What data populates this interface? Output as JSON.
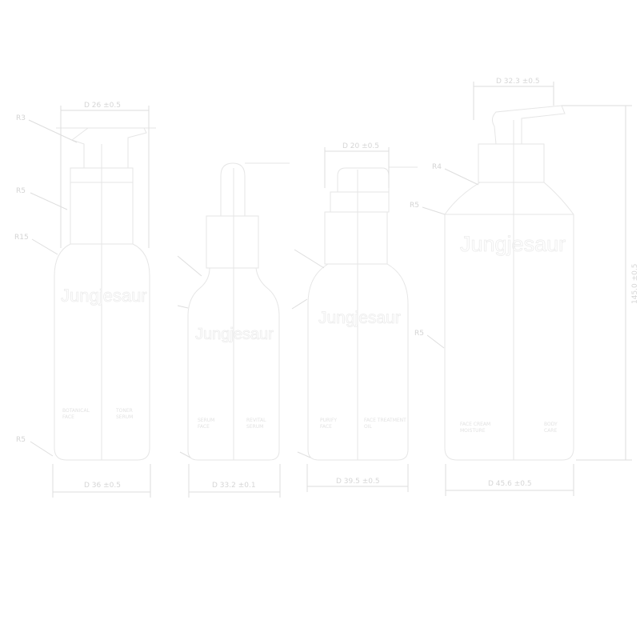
{
  "brand": "Jungjesaur",
  "colors": {
    "line": "#e6e6e6",
    "text": "#d4d4d4",
    "background": "#ffffff"
  },
  "radius_labels": [
    "R3",
    "R5",
    "R15",
    "R5",
    "R5",
    "R4",
    "R5",
    "R5"
  ],
  "dimensions": {
    "b1_top": "D 26 ±0.5",
    "b1_bottom": "D 36 ±0.5",
    "b2_bottom": "D 33.2 ±0.1",
    "b3_top": "D 20 ±0.5",
    "b3_bottom": "D 39.5 ±0.5",
    "b4_top": "D 32.3 ±0.5",
    "b4_bottom": "D 45.6 ±0.5",
    "b4_height": "145.0 ±0.5"
  },
  "bottle_labels": {
    "b1_left": [
      "BOTANICAL",
      "FACE"
    ],
    "b1_right": [
      "TONER",
      "SERUM"
    ],
    "b2_left": [
      "SERUM",
      "FACE"
    ],
    "b2_right": [
      "REVITAL",
      "SERUM"
    ],
    "b3_left": [
      "PURIFY",
      "FACE"
    ],
    "b3_right": [
      "FACE TREATMENT",
      "OIL"
    ],
    "b4_left": [
      "FACE CREAM",
      "MOISTURE"
    ],
    "b4_right": [
      "BODY",
      "CARE"
    ]
  }
}
